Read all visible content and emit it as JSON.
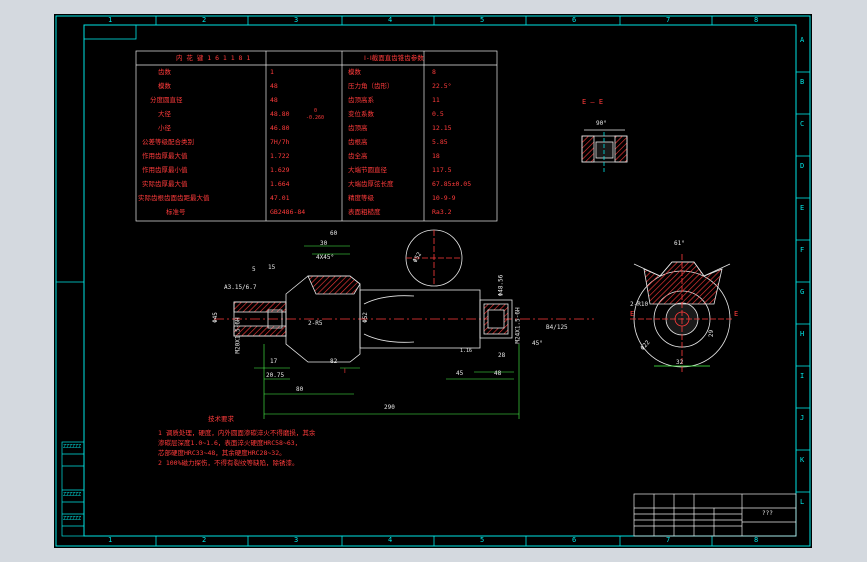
{
  "sheet": {
    "top_zones": [
      "1",
      "2",
      "3",
      "4",
      "5",
      "6",
      "7",
      "8"
    ],
    "bottom_zones": [
      "1",
      "2",
      "3",
      "4",
      "5",
      "6",
      "7",
      "8"
    ],
    "right_zones": [
      "A",
      "B",
      "C",
      "D",
      "E",
      "F",
      "G",
      "H",
      "I",
      "J",
      "K",
      "L"
    ]
  },
  "table": {
    "left_header": "内 花 键 1 6 1 1 8 1",
    "right_header": "Ⅰ-Ⅰ截面直齿锥齿参数",
    "left_rows": [
      {
        "label": "齿数",
        "value": "1"
      },
      {
        "label": "模数",
        "value": "48"
      },
      {
        "label": "分度圆直径",
        "value": "48"
      },
      {
        "label": "大径",
        "value": "48.80"
      },
      {
        "label": "小径",
        "value": "46.80"
      },
      {
        "label": "公差等级配合类别",
        "value": "7H/7h"
      },
      {
        "label": "作用齿厚最大值",
        "value": "1.722"
      },
      {
        "label": "作用齿厚最小值",
        "value": "1.629"
      },
      {
        "label": "实际齿厚最大值",
        "value": "1.664"
      },
      {
        "label": "实际齿根齿面齿距最大值",
        "value": "47.01"
      },
      {
        "label": "标准号",
        "value": "GB2486-84"
      }
    ],
    "tolerance_upper": "0",
    "tolerance_lower": "-0.260",
    "right_rows": [
      {
        "label": "模数",
        "value": "8"
      },
      {
        "label": "压力角（齿形）",
        "value": "22.5°"
      },
      {
        "label": "齿顶高系",
        "value": "11"
      },
      {
        "label": "变位系数",
        "value": "0.5"
      },
      {
        "label": "齿顶高",
        "value": "12.15"
      },
      {
        "label": "齿根高",
        "value": "5.85"
      },
      {
        "label": "齿全高",
        "value": "18"
      },
      {
        "label": "大端节圆直径",
        "value": "117.5"
      },
      {
        "label": "大端齿厚弦长度",
        "value": "67.85±0.05"
      },
      {
        "label": "精度等级",
        "value": "10-9-9"
      },
      {
        "label": "表面粗糙度",
        "value": "Ra3.2"
      }
    ]
  },
  "section_view": {
    "title": "E — E",
    "angle": "90°"
  },
  "gear_view": {
    "angle": "61°",
    "r_label": "2-R10",
    "dia": "Φ22",
    "width": "32",
    "depth": "29",
    "cut_left": "E",
    "cut_right": "E"
  },
  "dims": {
    "d60": "60",
    "d30": "30",
    "d4x45": "4X45°",
    "d5": "5",
    "d15": "15",
    "a3": "A3.15/6.7",
    "phi45": "Φ45",
    "m20": "M20X1.5-6H",
    "r5": "2-R5",
    "phi52": "Φ52",
    "phi52b": "Φ52",
    "d17": "17",
    "d2075": "20.75",
    "d80": "80",
    "d82": "82",
    "d290": "290",
    "d45": "45",
    "d48": "48",
    "d28": "28",
    "d16": "1.16",
    "d45deg": "45°",
    "rb": "B4/125",
    "m24": "M24X1.5-6H",
    "phi86": "Φ48.56",
    "roman": "Ⅰ"
  },
  "notes": {
    "title": "技术要求",
    "lines": [
      "1  调质处理，硬度，内外圆面渗碳淬火不得磨损，其余",
      "   渗碳层深度1.0~1.6，表面淬火硬度HRC58~63，",
      "   芯部硬度HRC33~48，其余硬度HRC28~32。",
      "2  100%磁力探伤，不得有裂纹等缺陷，除锈漆。"
    ]
  },
  "title_block": {
    "sheet_code": "???"
  },
  "left_strip": [
    "ZZZZZZ",
    "ZZZZZZ",
    "ZZZZZZ"
  ]
}
